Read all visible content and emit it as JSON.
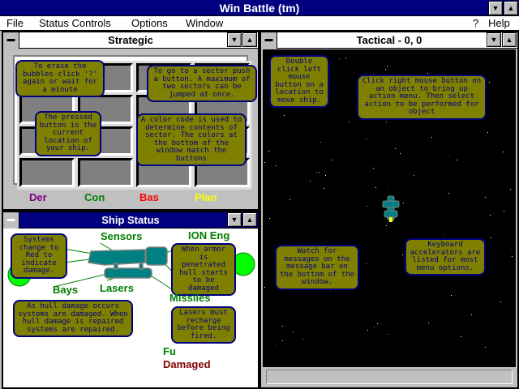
{
  "app": {
    "title": "Win Battle (tm)"
  },
  "menu": {
    "file": "File",
    "status_controls": "Status Controls",
    "options": "Options",
    "window": "Window",
    "help_q": "?",
    "help": "Help"
  },
  "strategic": {
    "title": "Strategic",
    "legend": [
      {
        "label": "Der",
        "color": "#800080"
      },
      {
        "label": "Con",
        "color": "#008000"
      },
      {
        "label": "Bas",
        "color": "#ff0000"
      },
      {
        "label": "Plan",
        "color": "#ffff00"
      }
    ],
    "bubbles": [
      "To erase the bubbles click '?' again or wait for a minute",
      "To go to a sector push a button. A maximum of two sectors can be jumped at once.",
      "The pressed button is the current location of your ship.",
      "A color code is used to determine contents of sector. The colors at the bottom of the window match the buttons"
    ]
  },
  "ship_status": {
    "title": "Ship Status",
    "labels": {
      "sensors": "Sensors",
      "ion_eng": "ION Eng",
      "bays": "Bays",
      "lasers": "Lasers",
      "missiles": "Missiles",
      "fuel": "Fu",
      "damaged": "Damaged"
    },
    "bubbles": [
      "Systems change to Red to indicate damage.",
      "When armor is penetrated hull starts to be damaged",
      "As hull damage occurs systems are damaged. When hull damage is repaired systems are repaired.",
      "Lasers must recharge before being fired."
    ]
  },
  "tactical": {
    "title": "Tactical - 0, 0",
    "status_message": "",
    "bubbles": [
      "Double click left mouse button on a location to move ship.",
      "Click right mouse button on an object to bring up action menu. Then select action to be performed for object",
      "Watch for messages on the message bar on the bottom of the window.",
      "Keyboard accelerators are listed for most menu options."
    ]
  }
}
